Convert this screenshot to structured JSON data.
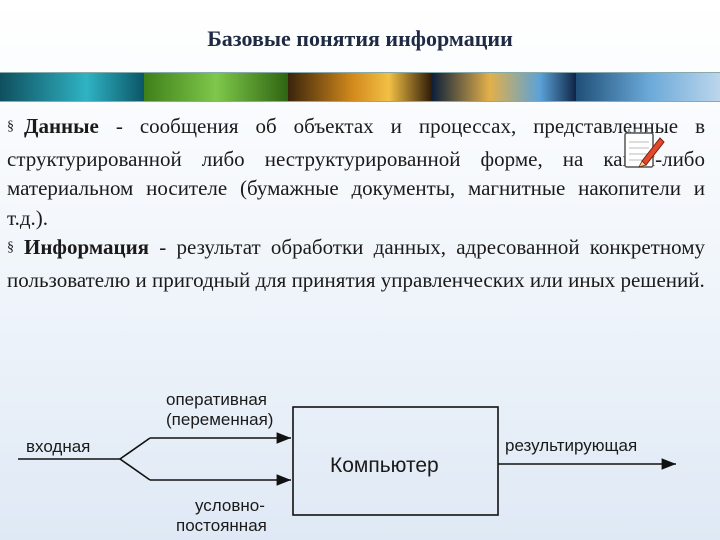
{
  "title": "Базовые понятия информации",
  "bullets": [
    {
      "marker": "§",
      "term": "Данные",
      "text": " - сообщения об объектах и процессах, представленные в структурированной либо неструктурированной форме, на каком-либо материальном носителе (бумажные документы, магнитные накопители и т.д.)."
    },
    {
      "marker": "§",
      "term": "Информация",
      "text": " - результат обработки данных, адресованной конкретному пользователю и пригодный для принятия управленческих  или иных решений."
    }
  ],
  "diagram": {
    "input": "входная",
    "top_line1": "оперативная",
    "top_line2": "(переменная)",
    "bottom_line1": "условно-",
    "bottom_line2": "постоянная",
    "box": "Компьютер",
    "output": "результирующая"
  },
  "icons": {
    "note": "notepad-pencil-icon",
    "bullet": "section-sign"
  },
  "colors": {
    "title": "#1f2a44",
    "background": "#f4f8fc",
    "diagram_line": "#111111"
  }
}
